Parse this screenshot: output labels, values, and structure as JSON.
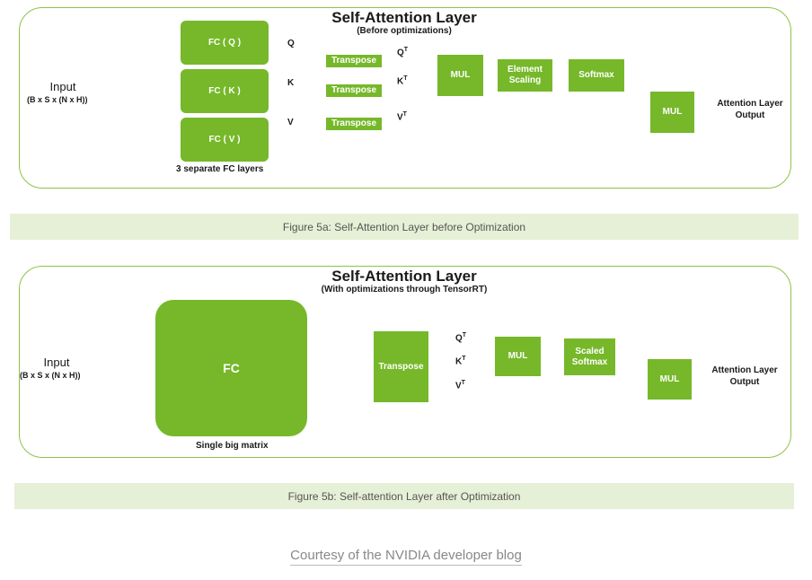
{
  "figure_a": {
    "title": "Self-Attention Layer",
    "subtitle": "(Before optimizations)",
    "input_label": "Input",
    "input_dims": "(B x S x (N x H))",
    "fc_q": "FC ( Q )",
    "fc_k": "FC ( K )",
    "fc_v": "FC ( V )",
    "fc_note": "3 separate FC layers",
    "q": "Q",
    "k": "K",
    "v": "V",
    "transpose": "Transpose",
    "qt_base": "Q",
    "kt_base": "K",
    "vt_base": "V",
    "t_sup": "T",
    "mul": "MUL",
    "element_scaling": "Element Scaling",
    "softmax": "Softmax",
    "output": "Attention Layer Output",
    "caption": "Figure 5a: Self-Attention Layer before Optimization"
  },
  "figure_b": {
    "title": "Self-Attention Layer",
    "subtitle": "(With optimizations through TensorRT)",
    "input_label": "Input",
    "input_dims": "(B x S x (N x H))",
    "fc": "FC",
    "fc_note": "Single big matrix",
    "transpose": "Transpose",
    "qt_base": "Q",
    "kt_base": "K",
    "vt_base": "V",
    "t_sup": "T",
    "mul": "MUL",
    "scaled_softmax": "Scaled Softmax",
    "output": "Attention Layer Output",
    "caption": "Figure 5b: Self-attention Layer after Optimization"
  },
  "courtesy": "Courtesy of the NVIDIA developer blog",
  "colors": {
    "accent": "#76b82a",
    "border": "#8fc24a",
    "caption_bg": "#e6f0d6"
  }
}
